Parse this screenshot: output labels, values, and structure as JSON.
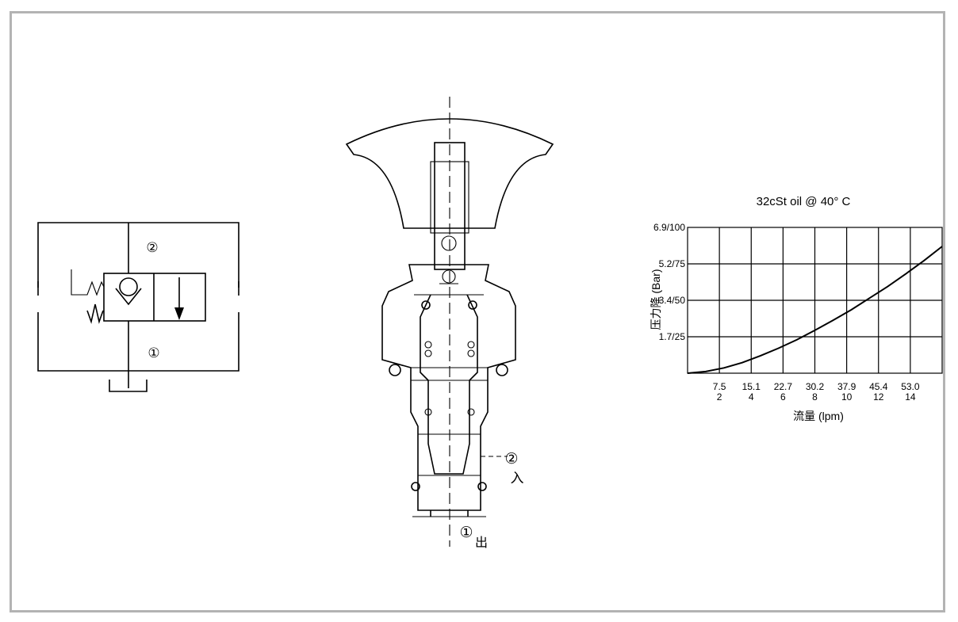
{
  "symbol": {
    "port_top": "②",
    "port_bottom": "①"
  },
  "section": {
    "port2_num": "②",
    "port2_text": "入",
    "port1_num": "①",
    "port1_text": "出"
  },
  "chart_data": {
    "type": "line",
    "title": "32cSt oil @ 40°  C",
    "ylabel": "压力降 (Bar)",
    "xlabel": "流量 (lpm)",
    "y_ticks": [
      "1.7/25",
      "3.4/50",
      "5.2/75",
      "6.9/100"
    ],
    "x_ticks_top": [
      "7.5",
      "15.1",
      "22.7",
      "30.2",
      "37.9",
      "45.4",
      "53.0"
    ],
    "x_ticks_bottom": [
      "2",
      "4",
      "6",
      "8",
      "10",
      "12",
      "14"
    ],
    "xlim": [
      0,
      14
    ],
    "ylim": [
      0,
      6.9
    ],
    "x": [
      0,
      1,
      2,
      3,
      4,
      5,
      6,
      7,
      8,
      9,
      10,
      11,
      12,
      13,
      14
    ],
    "values": [
      0,
      0.08,
      0.25,
      0.5,
      0.82,
      1.18,
      1.58,
      2.03,
      2.5,
      3.0,
      3.55,
      4.1,
      4.7,
      5.33,
      6.0
    ],
    "grid": true
  }
}
